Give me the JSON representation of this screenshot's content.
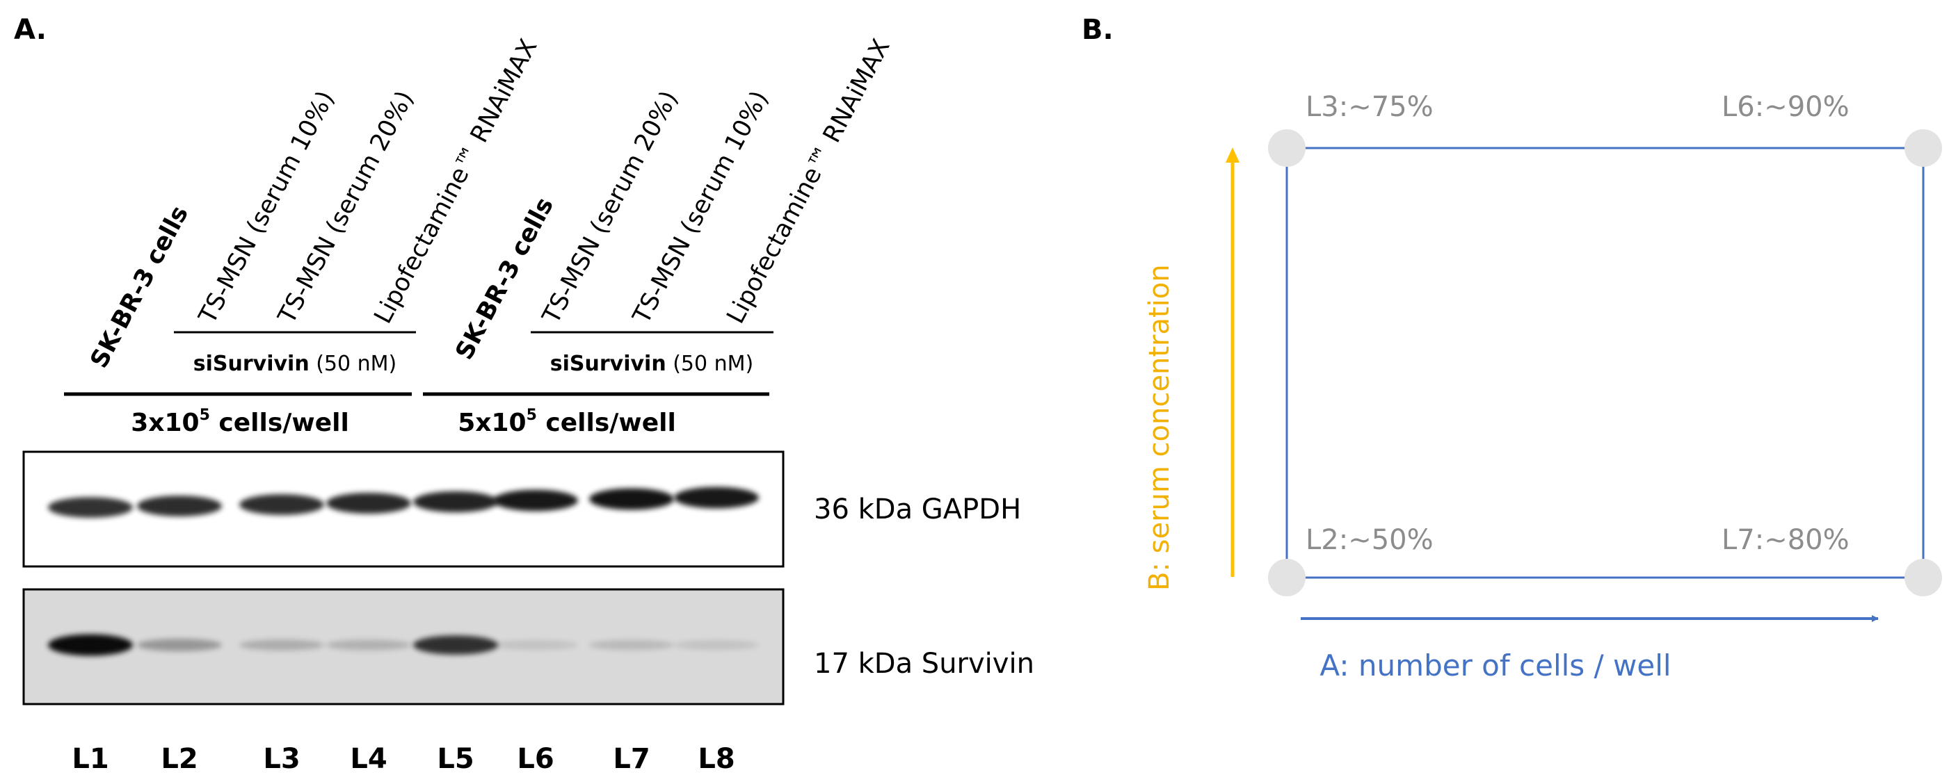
{
  "panels": {
    "a": {
      "letter": "A."
    },
    "b": {
      "letter": "B."
    }
  },
  "blot": {
    "lane_headers": [
      {
        "text": "SK-BR-3 cells",
        "bold": true
      },
      {
        "text": "TS-MSN (serum 10%)",
        "bold": false
      },
      {
        "text": "TS-MSN (serum 20%)",
        "bold": false
      },
      {
        "text": "Lipofectamine™ RNAiMAX",
        "bold": false
      },
      {
        "text": "SK-BR-3 cells",
        "bold": true
      },
      {
        "text": "TS-MSN (serum 20%)",
        "bold": false
      },
      {
        "text": "TS-MSN (serum 10%)",
        "bold": false
      },
      {
        "text": "Lipofectamine™ RNAiMAX",
        "bold": false
      }
    ],
    "treatment_groups": [
      {
        "bold": "siSurvivin",
        "rest": " (50 nM)"
      },
      {
        "bold": "siSurvivin",
        "rest": " (50 nM)"
      }
    ],
    "cell_density_groups": [
      {
        "base": "3x10",
        "sup": "5",
        "rest": " cells/well"
      },
      {
        "base": "5x10",
        "sup": "5",
        "rest": " cells/well"
      }
    ],
    "markers": [
      {
        "label": "36 kDa GAPDH"
      },
      {
        "label": "17 kDa Survivin"
      }
    ],
    "lanes": [
      "L1",
      "L2",
      "L3",
      "L4",
      "L5",
      "L6",
      "L7",
      "L8"
    ],
    "band_intensity": {
      "gapdh": [
        0.8,
        0.82,
        0.82,
        0.84,
        0.86,
        0.9,
        0.92,
        0.9
      ],
      "survivin": [
        0.95,
        0.3,
        0.2,
        0.18,
        0.78,
        0.1,
        0.14,
        0.1
      ]
    }
  },
  "diagram": {
    "corners": [
      {
        "id": "top-left",
        "label": "L3:~75%"
      },
      {
        "id": "top-right",
        "label": "L6:~90%"
      },
      {
        "id": "bottom-left",
        "label": "L2:~50%"
      },
      {
        "id": "bottom-right",
        "label": "L7:~80%"
      }
    ],
    "axis_a": {
      "label": "A: number of cells / well"
    },
    "axis_b": {
      "label": "B: serum concentration"
    },
    "colors": {
      "rect": "#4472c4",
      "axis_a": "#4472c4",
      "axis_b": "#ffc000",
      "corner_dot": "#e3e3e3",
      "corner_text": "#8c8c8c"
    }
  }
}
